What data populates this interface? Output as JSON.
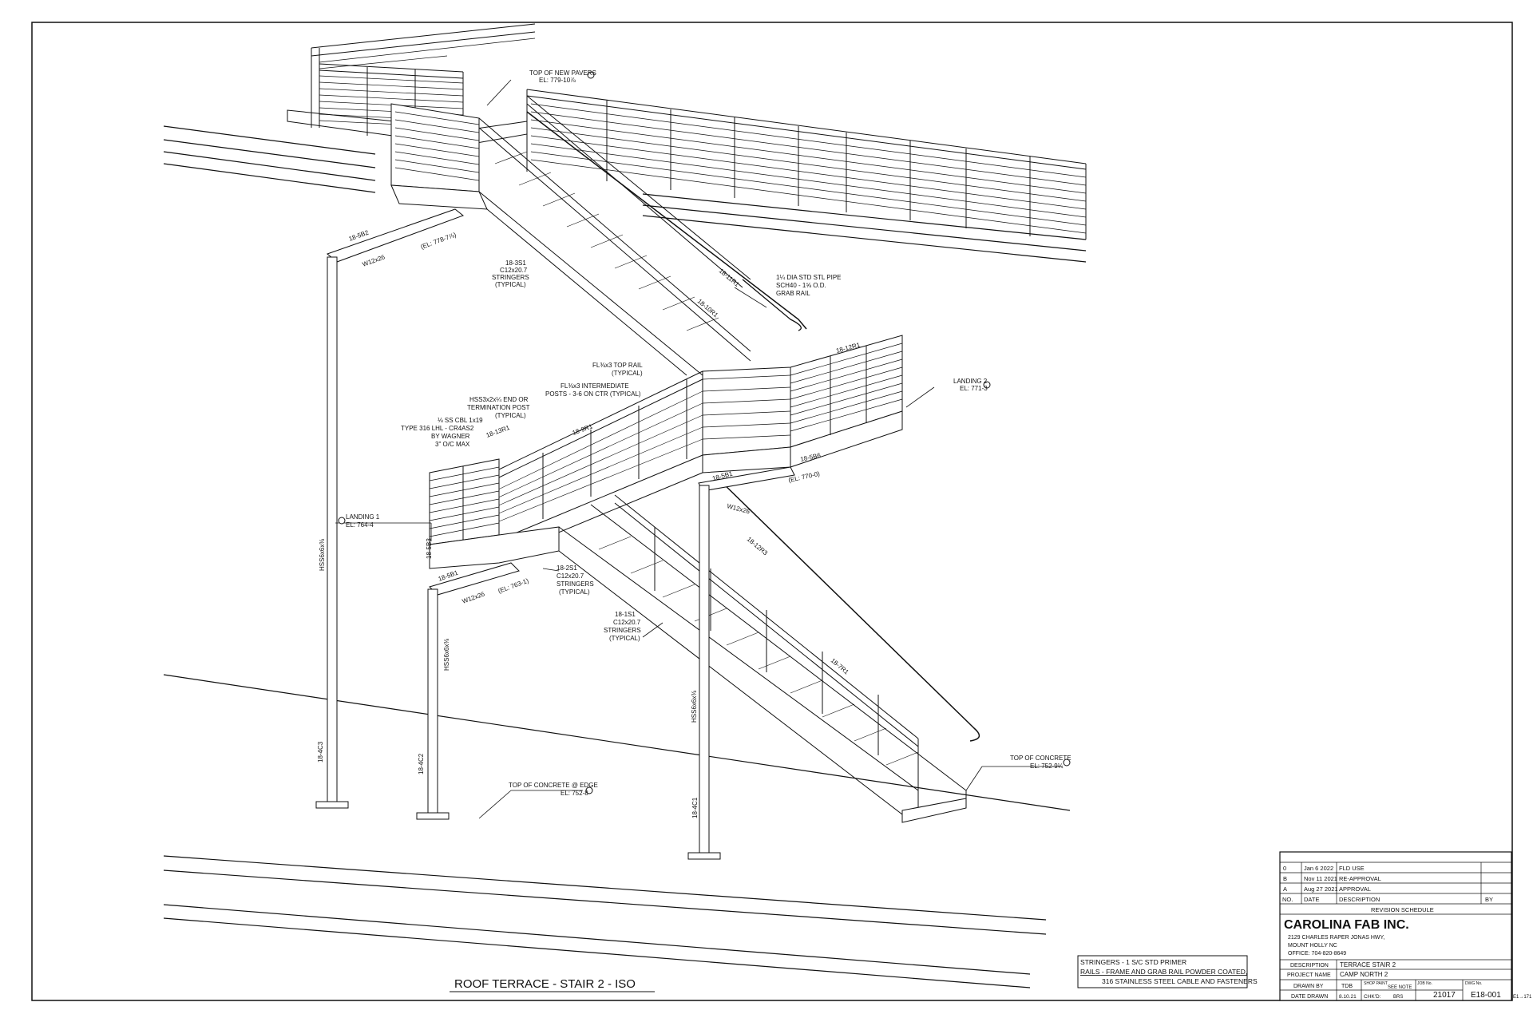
{
  "drawing": {
    "title": "ROOF TERRACE - STAIR 2 - ISO",
    "notes": [
      "STRINGERS - 1 S/C STD PRIMER",
      "RAILS - FRAME AND GRAB RAIL POWDER COATED,",
      "316 STAINLESS STEEL CABLE AND FASTENERS"
    ],
    "labels": {
      "top_pavers": [
        "TOP OF NEW PAVERS",
        "EL: 779-10⅞"
      ],
      "beam_5b2": "18-5B2",
      "w12_top": "W12x26",
      "el_778": "(EL: 778-7⅞)",
      "stringer_3s1": [
        "18-3S1",
        "C12x20.7",
        "STRINGERS",
        "(TYPICAL)"
      ],
      "r_11r1": "18-11R1",
      "r_10r1": "18-10R1",
      "grab_rail": [
        "1¼ DIA STD STL PIPE",
        "SCH40 - 1⅝ O.D.",
        "GRAB RAIL"
      ],
      "r_12r1_top": "18-12R1",
      "landing2": [
        "LANDING 2",
        "EL: 771-3"
      ],
      "top_rail": [
        "FL⅜x3 TOP RAIL",
        "(TYPICAL)"
      ],
      "interm_posts": [
        "FL⅜x3 INTERMEDIATE",
        "POSTS - 3-6 ON CTR (TYPICAL)"
      ],
      "end_post": [
        "HSS3x2x¼ END OR",
        "TERMINATION POST",
        "(TYPICAL)"
      ],
      "cable": [
        "⅛ SS CBL 1x19",
        "TYPE 316 LHL - CR4AS2",
        "BY WAGNER",
        "3\" O/C MAX"
      ],
      "r_13r1": "18-13R1",
      "r_9r1": "18-9R1",
      "beam_5b6": "18-5B6",
      "el_770": "(EL: 770-0)",
      "beam_5b1_mid": "18-5B1",
      "w12_mid": "W12x26",
      "r_12r3": "18-12R3",
      "landing1": [
        "LANDING 1",
        "EL: 764-4"
      ],
      "hss_left": "HSS6x6x⅜",
      "beam_5b3": "18-5B3",
      "stringer_2s1": [
        "18-2S1",
        "C12x20.7",
        "STRINGERS",
        "(TYPICAL)"
      ],
      "beam_5b1": "18-5B1",
      "w12_low": "W12x26",
      "el_763": "(EL: 763-1)",
      "stringer_1s1": [
        "18-1S1",
        "C12x20.7",
        "STRINGERS",
        "(TYPICAL)"
      ],
      "r_7r1": "18-7R1",
      "hss_mid": "HSS6x6x⅜",
      "hss_right": "HSS6x6x⅜",
      "col_4c3": "18-4C3",
      "col_4c2": "18-4C2",
      "col_4c1": "18-4C1",
      "top_concrete_edge": [
        "TOP OF CONCRETE @ EDGE",
        "EL: 752-8"
      ],
      "top_concrete": [
        "TOP OF CONCRETE",
        "EL: 752-9¼"
      ]
    },
    "edge_mark": "E1→171"
  },
  "title_block": {
    "revision_header": {
      "no": "NO.",
      "date": "DATE",
      "description": "DESCRIPTION",
      "by": "BY"
    },
    "revision_caption": "REVISION SCHEDULE",
    "revisions": [
      {
        "no": "0",
        "date": "Jan 6 2022",
        "description": "FLD USE"
      },
      {
        "no": "B",
        "date": "Nov 11 2021",
        "description": "RE-APPROVAL"
      },
      {
        "no": "A",
        "date": "Aug 27 2021",
        "description": "APPROVAL"
      }
    ],
    "company": "CAROLINA FAB INC.",
    "address": [
      "2129 CHARLES RAPER JONAS HWY,",
      "MOUNT HOLLY NC",
      "OFFICE: 704-820-8649"
    ],
    "description_label": "DESCRIPTION",
    "description": "TERRACE STAIR 2",
    "project_label": "PROJECT NAME",
    "project": "CAMP NORTH 2",
    "drawn_by_label": "DRAWN BY",
    "drawn_by": "TDB",
    "shop_paint_label": "SHOP PAINT",
    "shop_paint": "SEE NOTE",
    "job_label": "JOB No.",
    "job": "21017",
    "dwg_label": "DWG No.",
    "dwg": "E18-001",
    "date_drawn_label": "DATE DRAWN",
    "date_drawn": "8.10.21",
    "chkd_label": "CHK'D:",
    "chkd": "BRS"
  }
}
